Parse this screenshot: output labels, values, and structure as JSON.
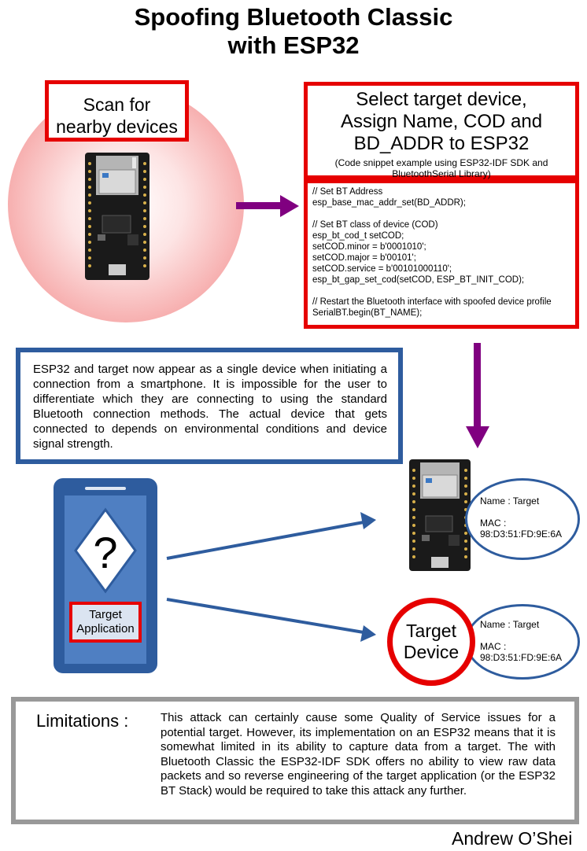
{
  "title": {
    "line1": "Spoofing Bluetooth Classic",
    "line2": "with ESP32"
  },
  "scan": {
    "label_line1": "Scan for",
    "label_line2": "nearby devices"
  },
  "select": {
    "line1": "Select target device,",
    "line2": "Assign Name, COD and",
    "line3": "BD_ADDR to ESP32",
    "note_line1": "(Code snippet example using ESP32-IDF SDK and",
    "note_line2": "BluetoothSerial Library)"
  },
  "code": {
    "lines": [
      "// Set BT Address",
      "esp_base_mac_addr_set(BD_ADDR);",
      "",
      "// Set BT class of device (COD)",
      "esp_bt_cod_t setCOD;",
      "setCOD.minor = b'0001010';",
      "setCOD.major = b'00101';",
      "setCOD.service = b'00101000110';",
      "esp_bt_gap_set_cod(setCOD, ESP_BT_INIT_COD);",
      "",
      "// Restart the Bluetooth interface with spoofed device profile",
      "SerialBT.begin(BT_NAME);"
    ]
  },
  "info": {
    "text": "ESP32  and target now appear as a single device when initiating a connection from a smartphone. It is impossible for the user to differentiate which they are connecting to using the standard Bluetooth connection methods. The actual device that gets connected to depends on environmental conditions and device signal strength."
  },
  "phone": {
    "question_mark": "?",
    "app_label_line1": "Target",
    "app_label_line2": "Application"
  },
  "devices": {
    "esp32_info": {
      "name": "Name : Target",
      "mac_label": "MAC :",
      "mac_value": "98:D3:51:FD:9E:6A"
    },
    "target_label_line1": "Target",
    "target_label_line2": "Device",
    "target_info": {
      "name": "Name : Target",
      "mac_label": "MAC :",
      "mac_value": "98:D3:51:FD:9E:6A"
    }
  },
  "limitations": {
    "label": "Limitations :",
    "text": "This attack can certainly cause some Quality of Service issues for a potential target. However, its implementation on an ESP32 means that it is somewhat limited in its ability to capture data from a target. The with Bluetooth Classic the ESP32-IDF SDK offers no ability to view raw data packets and so reverse engineering of the target application (or the ESP32 BT Stack) would be required to take this attack any further."
  },
  "author": "Andrew O’Shei",
  "colors": {
    "red": "#e60000",
    "blue": "#2e5c9e",
    "purple": "#800080",
    "gray": "#999999",
    "board": "#1a1a1a"
  }
}
